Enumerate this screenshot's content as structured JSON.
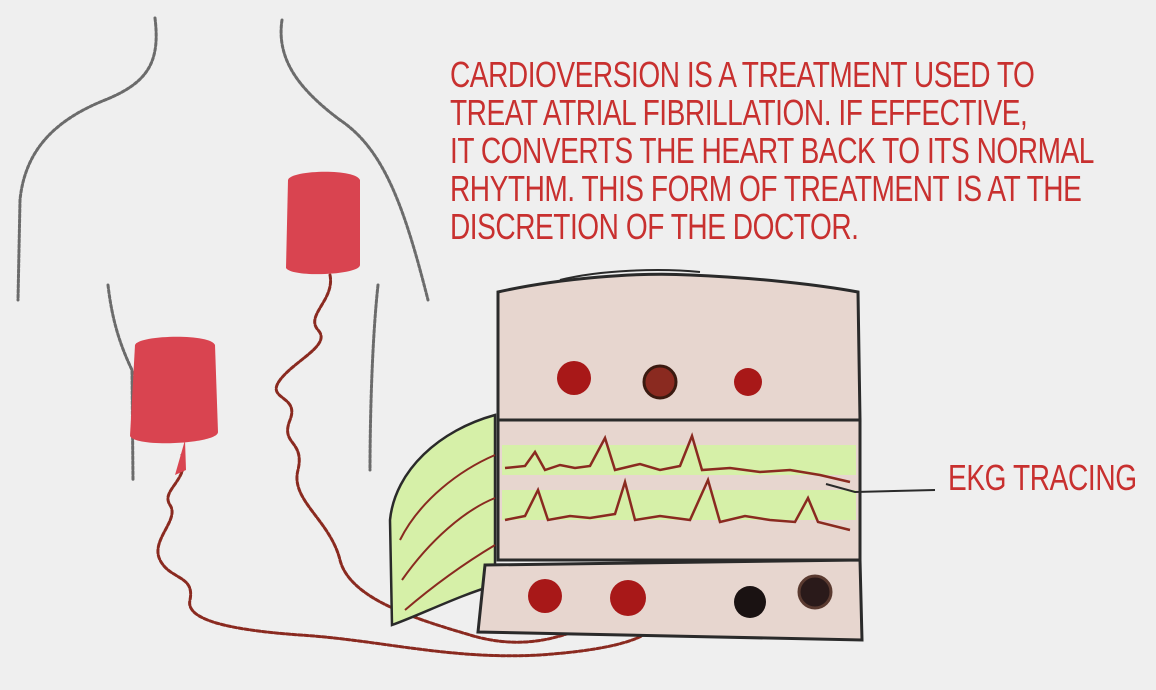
{
  "caption": {
    "lines": [
      "CARDIOVERSION IS A TREATMENT USED TO",
      "TREAT ATRIAL FIBRILLATION. IF EFFECTIVE,",
      "IT CONVERTS THE HEART BACK TO ITS NORMAL",
      "RHYTHM. THIS FORM OF TREATMENT IS AT THE",
      "DISCRETION OF THE DOCTOR."
    ]
  },
  "callout": {
    "label": "EKG TRACING"
  },
  "colors": {
    "text": "#c8302f",
    "electrode_pad": "#d94450",
    "lead_wire": "#8a2a20",
    "body_outline": "#6b6b6b",
    "machine_body": "#e7d6cf",
    "ekg_band": "#d6f0a8",
    "knob_red": "#a81818",
    "knob_black": "#1a1212"
  },
  "icons": {
    "electrode_pads": [
      "electrode-pad-icon",
      "electrode-pad-icon"
    ],
    "machine": "cardioversion-machine-icon"
  }
}
